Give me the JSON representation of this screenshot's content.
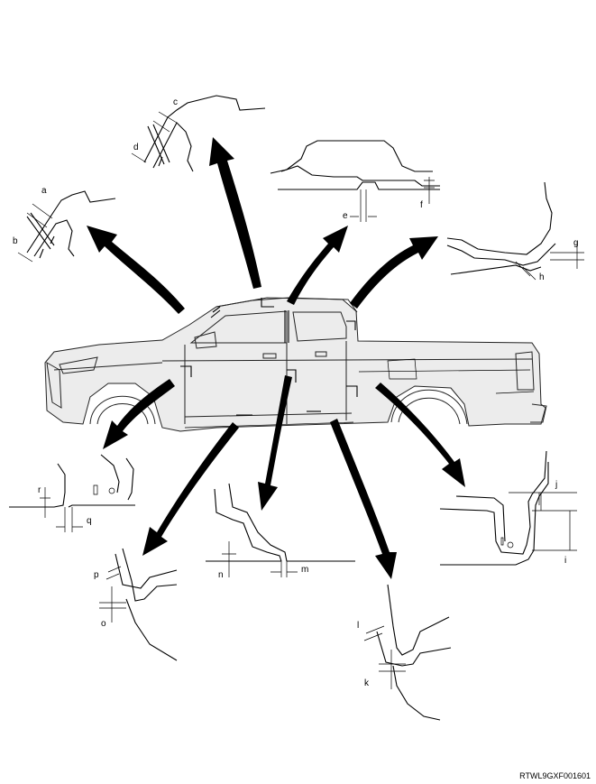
{
  "labels": {
    "a": "a",
    "b": "b",
    "c": "c",
    "d": "d",
    "e": "e",
    "f": "f",
    "g": "g",
    "h": "h",
    "i": "i",
    "j": "j",
    "k": "k",
    "l": "l",
    "m": "m",
    "n": "n",
    "o": "o",
    "p": "p",
    "q": "q",
    "r": "r"
  },
  "figure_code": "RTWL9GXF001601"
}
